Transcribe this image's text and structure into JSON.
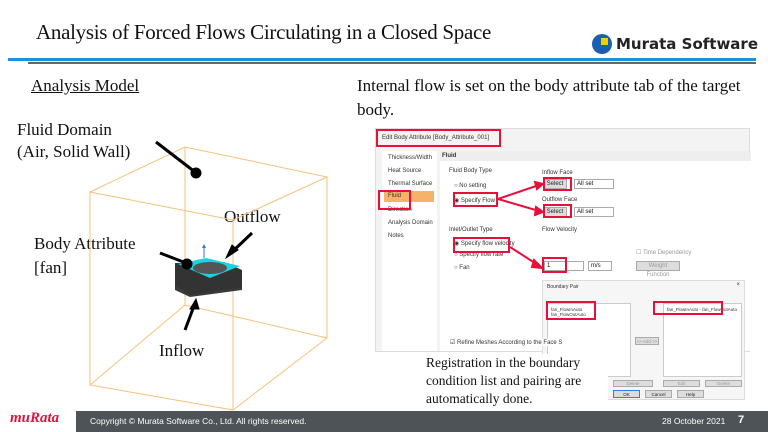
{
  "header": {
    "title": "Analysis of Forced Flows Circulating in a Closed Space",
    "brand": "Murata Software"
  },
  "left": {
    "section_title": "Analysis Model",
    "labels": {
      "fluid_domain": "Fluid Domain",
      "fluid_domain_sub": "(Air, Solid Wall)",
      "outflow": "Outflow",
      "body_attribute": "Body Attribute",
      "body_attribute_sub": "[fan]",
      "inflow": "Inflow"
    }
  },
  "right": {
    "description": "Internal flow is set on the body attribute tab of the target body.",
    "note": "Registration in the boundary condition list and pairing are automatically done."
  },
  "dialog": {
    "title": "Edit Body Attribute [Body_Attribute_001]",
    "tabs": [
      "Thickness/Width",
      "Heat Source",
      "Thermal Surface",
      "Fluid",
      "Direction",
      "Analysis Domain",
      "Notes"
    ],
    "active_tab": "Fluid",
    "panel_header": "Fluid",
    "fluid_body_type": {
      "label": "Fluid Body Type",
      "options": [
        "No setting",
        "Specify Flow"
      ],
      "selected": "Specify Flow"
    },
    "inflow_face": {
      "label": "Inflow Face",
      "button": "Select",
      "value": "All set"
    },
    "outflow_face": {
      "label": "Outflow Face",
      "button": "Select",
      "value": "All set"
    },
    "inlet_outlet_type": {
      "label": "Inlet/Outlet Type",
      "options": [
        "Specify flow velocity",
        "Specify flow rate",
        "Fan"
      ],
      "selected": "Specify flow velocity"
    },
    "flow_velocity": {
      "label": "Flow Velocity",
      "value": "1",
      "unit": "m/s",
      "time_dependency": "Time Dependency",
      "weight_function": "Weight Function"
    },
    "refine": "Refine Meshes According to the Face S"
  },
  "boundary_pair": {
    "title": "Boundary Pair",
    "left_items": [
      "fan_FlowInAuto",
      "fan_FlowOutAuto"
    ],
    "right_items": [
      "fan_FlowInAuto - fan_FlowOutAuto"
    ],
    "add": ">> Add >>",
    "delete": "Delete",
    "edit": "Edit",
    "delete2": "Delete",
    "ok": "OK",
    "cancel": "Cancel",
    "help": "Help"
  },
  "footer": {
    "brand": "muRata",
    "copyright": "Copyright © Murata Software Co., Ltd. All rights reserved.",
    "date": "28 October 2021",
    "page": "7"
  },
  "colors": {
    "accent": "#1e90e0",
    "highlight": "#e8103a",
    "footer_bg": "#4d5356",
    "domain": "#f5c27a",
    "fan_top": "#19d3e0"
  }
}
